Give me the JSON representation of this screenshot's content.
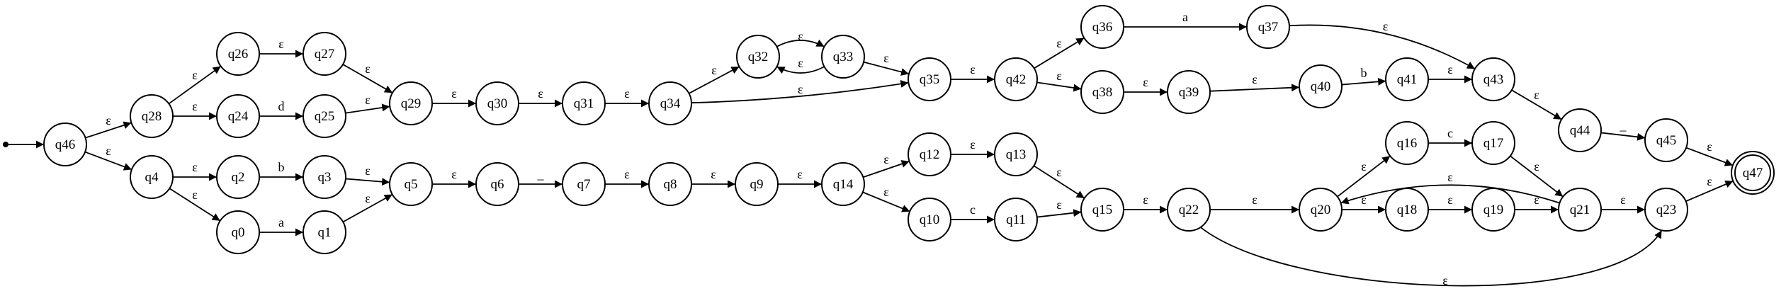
{
  "start_state": "q46",
  "accept_states": [
    "q47"
  ],
  "states": [
    "q0",
    "q1",
    "q2",
    "q3",
    "q4",
    "q5",
    "q6",
    "q7",
    "q8",
    "q9",
    "q10",
    "q11",
    "q12",
    "q13",
    "q14",
    "q15",
    "q16",
    "q17",
    "q18",
    "q19",
    "q20",
    "q21",
    "q22",
    "q23",
    "q24",
    "q25",
    "q26",
    "q27",
    "q28",
    "q29",
    "q30",
    "q31",
    "q32",
    "q33",
    "q34",
    "q35",
    "q36",
    "q37",
    "q38",
    "q39",
    "q40",
    "q41",
    "q42",
    "q43",
    "q44",
    "q45",
    "q46",
    "q47"
  ],
  "transitions": [
    {
      "from": "q46",
      "to": "q28",
      "label": "ε"
    },
    {
      "from": "q46",
      "to": "q4",
      "label": "ε"
    },
    {
      "from": "q28",
      "to": "q26",
      "label": "ε"
    },
    {
      "from": "q28",
      "to": "q24",
      "label": "ε"
    },
    {
      "from": "q26",
      "to": "q27",
      "label": "ε"
    },
    {
      "from": "q24",
      "to": "q25",
      "label": "d"
    },
    {
      "from": "q27",
      "to": "q29",
      "label": "ε"
    },
    {
      "from": "q25",
      "to": "q29",
      "label": "ε"
    },
    {
      "from": "q29",
      "to": "q30",
      "label": "ε"
    },
    {
      "from": "q30",
      "to": "q31",
      "label": "ε"
    },
    {
      "from": "q31",
      "to": "q34",
      "label": "ε"
    },
    {
      "from": "q34",
      "to": "q32",
      "label": "ε"
    },
    {
      "from": "q34",
      "to": "q35",
      "label": "ε"
    },
    {
      "from": "q32",
      "to": "q33",
      "label": "ε"
    },
    {
      "from": "q33",
      "to": "q32",
      "label": "ε"
    },
    {
      "from": "q33",
      "to": "q35",
      "label": "ε"
    },
    {
      "from": "q35",
      "to": "q42",
      "label": "ε"
    },
    {
      "from": "q42",
      "to": "q36",
      "label": "ε"
    },
    {
      "from": "q42",
      "to": "q38",
      "label": "ε"
    },
    {
      "from": "q36",
      "to": "q37",
      "label": "a"
    },
    {
      "from": "q38",
      "to": "q39",
      "label": "ε"
    },
    {
      "from": "q39",
      "to": "q40",
      "label": "ε"
    },
    {
      "from": "q40",
      "to": "q41",
      "label": "b"
    },
    {
      "from": "q41",
      "to": "q43",
      "label": "ε"
    },
    {
      "from": "q37",
      "to": "q43",
      "label": "ε"
    },
    {
      "from": "q43",
      "to": "q44",
      "label": "ε"
    },
    {
      "from": "q44",
      "to": "q45",
      "label": "_"
    },
    {
      "from": "q45",
      "to": "q47",
      "label": "ε"
    },
    {
      "from": "q4",
      "to": "q2",
      "label": "ε"
    },
    {
      "from": "q4",
      "to": "q0",
      "label": "ε"
    },
    {
      "from": "q2",
      "to": "q3",
      "label": "b"
    },
    {
      "from": "q0",
      "to": "q1",
      "label": "a"
    },
    {
      "from": "q3",
      "to": "q5",
      "label": "ε"
    },
    {
      "from": "q1",
      "to": "q5",
      "label": "ε"
    },
    {
      "from": "q5",
      "to": "q6",
      "label": "ε"
    },
    {
      "from": "q6",
      "to": "q7",
      "label": "_"
    },
    {
      "from": "q7",
      "to": "q8",
      "label": "ε"
    },
    {
      "from": "q8",
      "to": "q9",
      "label": "ε"
    },
    {
      "from": "q9",
      "to": "q14",
      "label": "ε"
    },
    {
      "from": "q14",
      "to": "q12",
      "label": "ε"
    },
    {
      "from": "q14",
      "to": "q10",
      "label": "ε"
    },
    {
      "from": "q12",
      "to": "q13",
      "label": "ε"
    },
    {
      "from": "q10",
      "to": "q11",
      "label": "c"
    },
    {
      "from": "q13",
      "to": "q15",
      "label": "ε"
    },
    {
      "from": "q11",
      "to": "q15",
      "label": "ε"
    },
    {
      "from": "q15",
      "to": "q22",
      "label": "ε"
    },
    {
      "from": "q22",
      "to": "q20",
      "label": "ε"
    },
    {
      "from": "q22",
      "to": "q23",
      "label": "ε"
    },
    {
      "from": "q20",
      "to": "q16",
      "label": "ε"
    },
    {
      "from": "q20",
      "to": "q18",
      "label": "ε"
    },
    {
      "from": "q16",
      "to": "q17",
      "label": "c"
    },
    {
      "from": "q18",
      "to": "q19",
      "label": "ε"
    },
    {
      "from": "q17",
      "to": "q21",
      "label": "ε"
    },
    {
      "from": "q19",
      "to": "q21",
      "label": "ε"
    },
    {
      "from": "q21",
      "to": "q20",
      "label": "ε"
    },
    {
      "from": "q21",
      "to": "q23",
      "label": "ε"
    },
    {
      "from": "q23",
      "to": "q47",
      "label": "ε"
    }
  ]
}
